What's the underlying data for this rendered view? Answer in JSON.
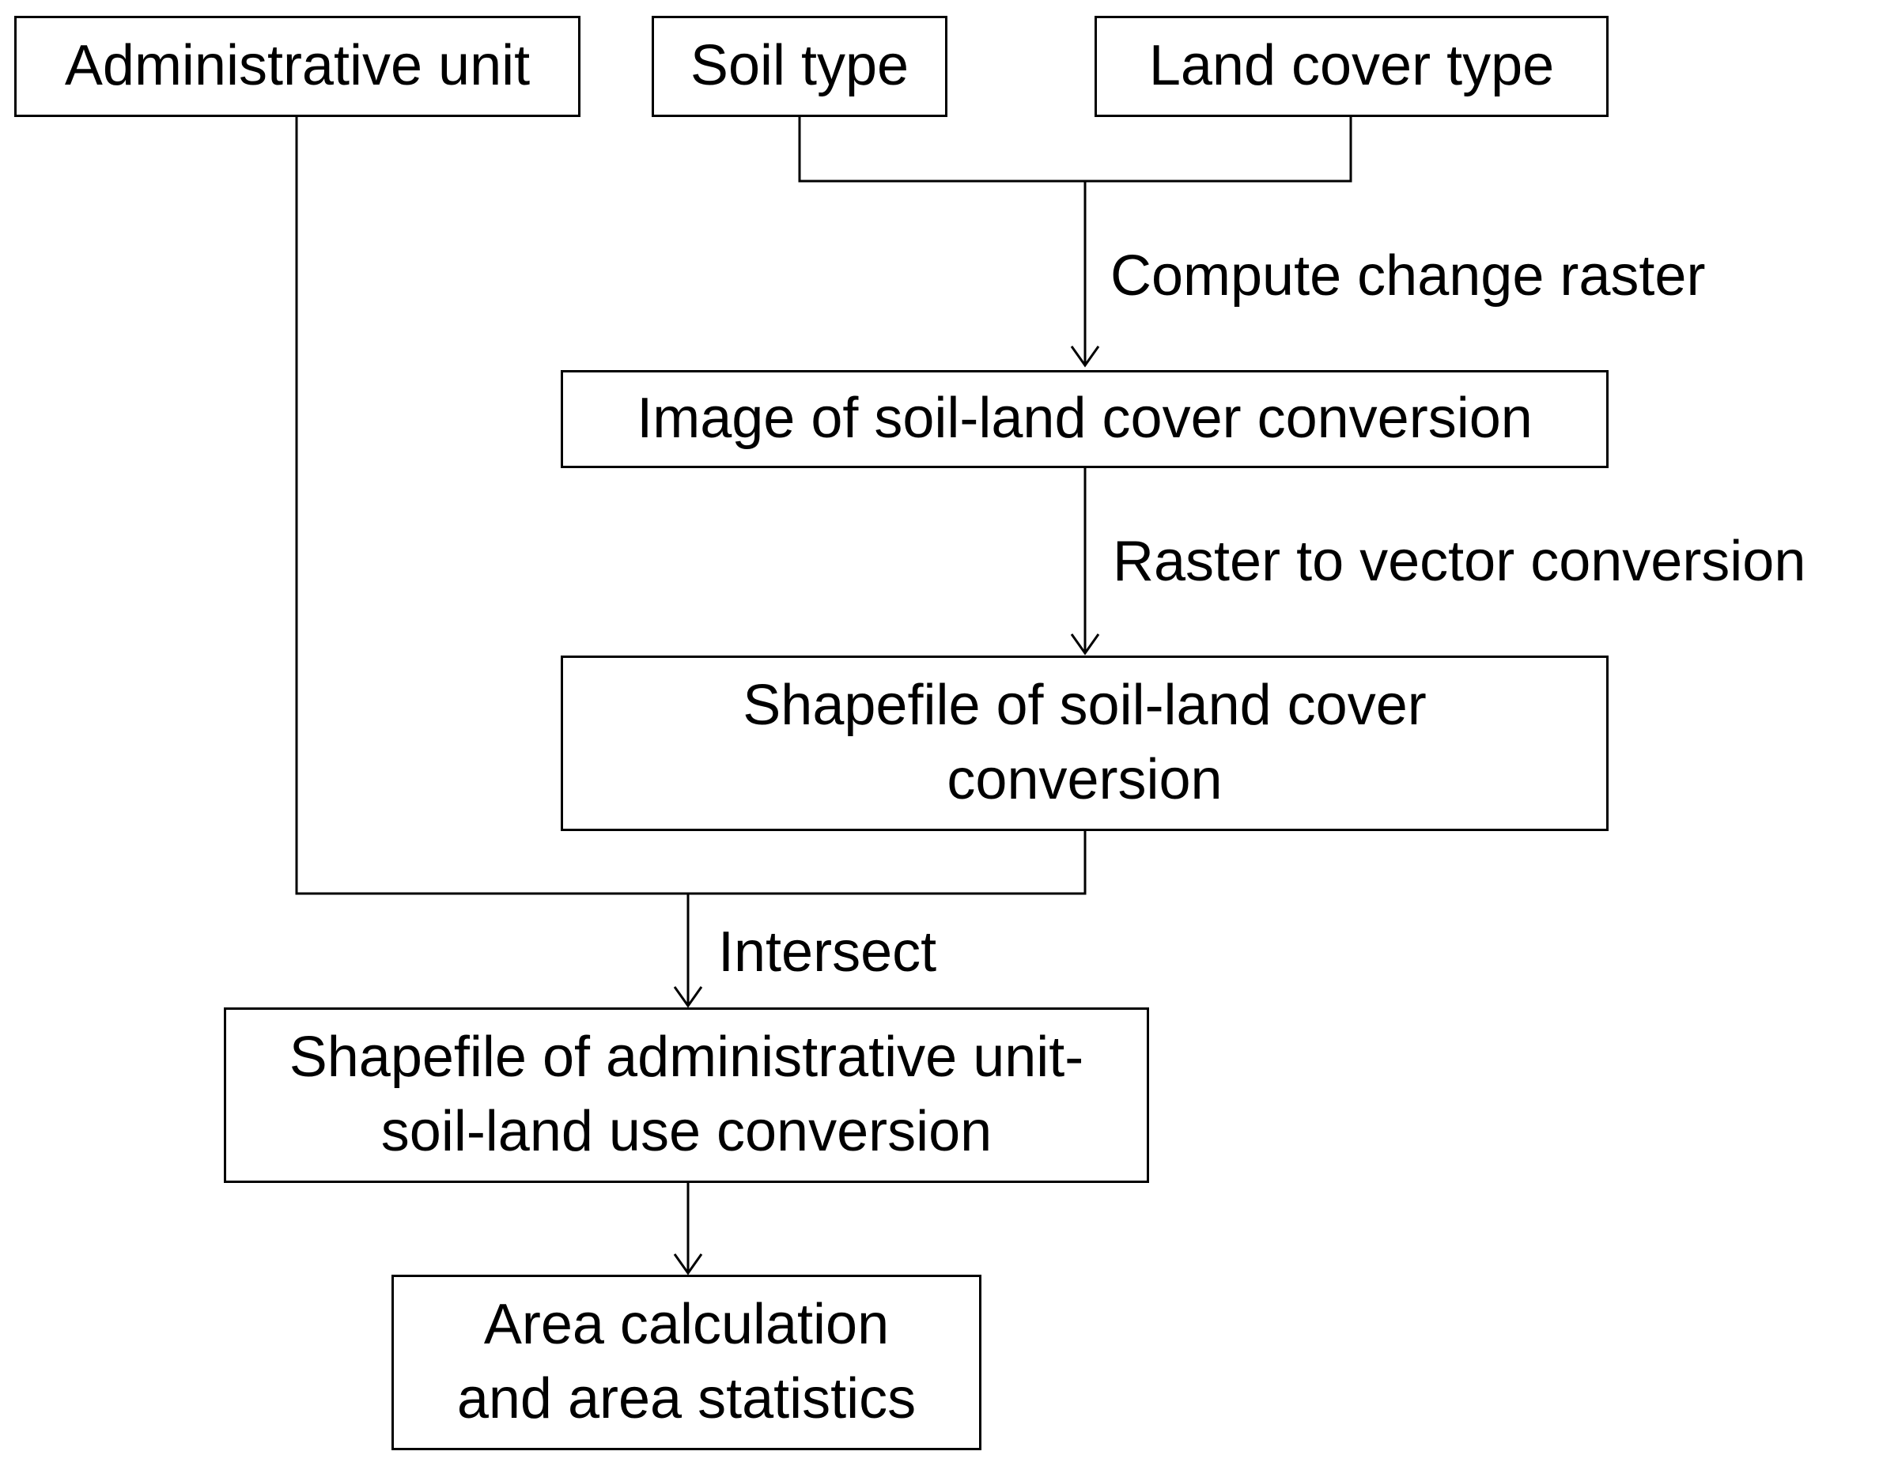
{
  "nodes": {
    "admin_unit": "Administrative unit",
    "soil_type": "Soil type",
    "land_cover_type": "Land cover type",
    "image_conversion": "Image of soil-land cover conversion",
    "shapefile_conversion": {
      "line1": "Shapefile of soil-land cover",
      "line2": "conversion"
    },
    "shapefile_admin": {
      "line1": "Shapefile of administrative unit-",
      "line2": "soil-land use conversion"
    },
    "area_calc": {
      "line1": "Area calculation",
      "line2": "and area statistics"
    }
  },
  "edges": {
    "compute_change_raster": "Compute change raster",
    "raster_to_vector": "Raster to vector conversion",
    "intersect": "Intersect"
  },
  "colors": {
    "stroke": "#000000",
    "background": "#ffffff"
  }
}
